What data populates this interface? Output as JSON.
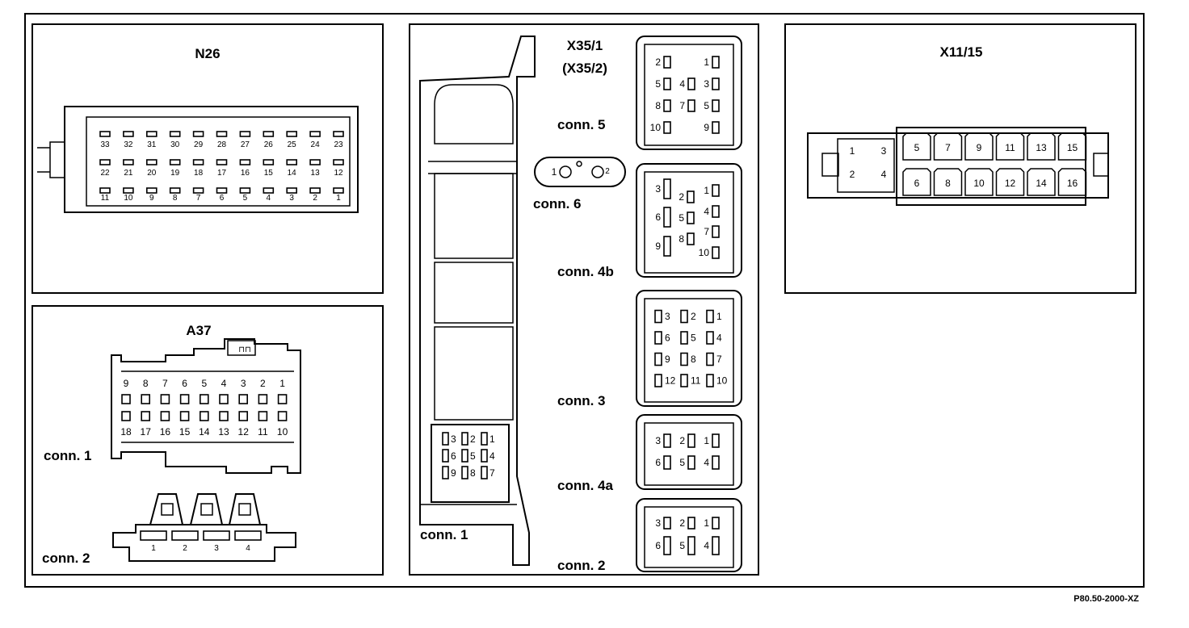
{
  "panels": {
    "n26": {
      "title": "N26",
      "pins_top": [
        "33",
        "32",
        "31",
        "30",
        "29",
        "28",
        "27",
        "26",
        "25",
        "24",
        "23"
      ],
      "pins_mid": [
        "22",
        "21",
        "20",
        "19",
        "18",
        "17",
        "16",
        "15",
        "14",
        "13",
        "12"
      ],
      "pins_bot": [
        "11",
        "10",
        "9",
        "8",
        "7",
        "6",
        "5",
        "4",
        "3",
        "2",
        "1"
      ]
    },
    "a37": {
      "title": "A37",
      "conn1_label": "conn. 1",
      "conn1_top": [
        "9",
        "8",
        "7",
        "6",
        "5",
        "4",
        "3",
        "2",
        "1"
      ],
      "conn1_bot": [
        "18",
        "17",
        "16",
        "15",
        "14",
        "13",
        "12",
        "11",
        "10"
      ],
      "conn2_label": "conn. 2",
      "conn2_pins": [
        "1",
        "2",
        "3",
        "4"
      ]
    },
    "x35": {
      "title": "X35/1",
      "subtitle": "(X35/2)",
      "conn1_label": "conn. 1",
      "conn1_pins": [
        "3",
        "2",
        "1",
        "6",
        "5",
        "4",
        "9",
        "8",
        "7"
      ],
      "conn2_label": "conn. 2",
      "conn2_pins": [
        "3",
        "2",
        "1",
        "6",
        "5",
        "4"
      ],
      "conn3_label": "conn. 3",
      "conn3_pins": [
        "3",
        "2",
        "1",
        "6",
        "5",
        "4",
        "9",
        "8",
        "7",
        "12",
        "11",
        "10"
      ],
      "conn4a_label": "conn. 4a",
      "conn4a_pins": [
        "3",
        "2",
        "1",
        "6",
        "5",
        "4"
      ],
      "conn4b_label": "conn. 4b",
      "conn4b_pins": [
        "3",
        "2",
        "1",
        "6",
        "5",
        "4",
        "8",
        "7",
        "9",
        "10"
      ],
      "conn5_label": "conn. 5",
      "conn5_pins": [
        "2",
        "1",
        "5",
        "4",
        "3",
        "8",
        "7",
        "5",
        "10",
        "9"
      ],
      "conn6_label": "conn. 6",
      "conn6_pins": [
        "1",
        "2"
      ]
    },
    "x11": {
      "title": "X11/15",
      "pins_left": [
        "1",
        "3",
        "2",
        "4"
      ],
      "pins_top": [
        "5",
        "7",
        "9",
        "11",
        "13",
        "15"
      ],
      "pins_bot": [
        "6",
        "8",
        "10",
        "12",
        "14",
        "16"
      ]
    }
  },
  "reference": "P80.50-2000-XZ"
}
